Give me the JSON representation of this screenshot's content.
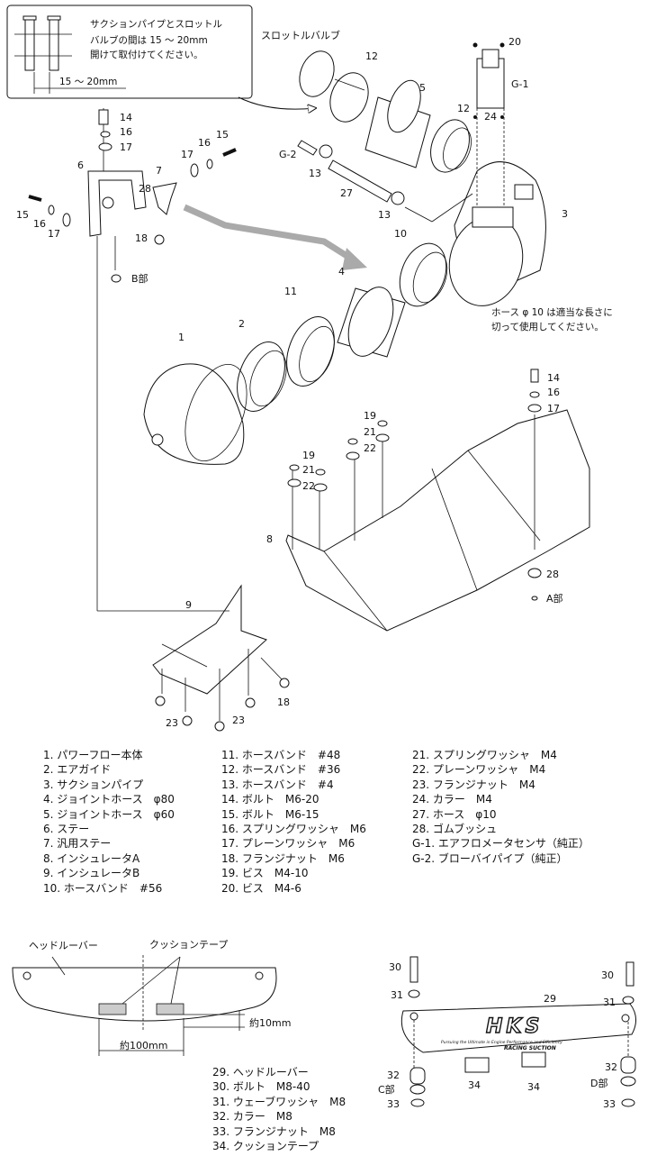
{
  "callout": {
    "text_line1": "サクションパイプとスロットル",
    "text_line2": "バルブの間は 15 ～ 20mm",
    "text_line3": "開けて取付けてください。",
    "dim": "15 ～ 20mm"
  },
  "labels": {
    "throttle_valve": "スロットルバルブ",
    "b_part": "B部",
    "a_part": "A部",
    "c_part": "C部",
    "d_part": "D部",
    "hose_note_line1": "ホース φ 10 は適当な長さに",
    "hose_note_line2": "切って使用してください。",
    "g1": "G-1",
    "g2": "G-2",
    "n1": "1",
    "n2": "2",
    "n3": "3",
    "n4": "4",
    "n5": "5",
    "n6": "6",
    "n7": "7",
    "n8": "8",
    "n9": "9",
    "n10": "10",
    "n11": "11",
    "n12": "12",
    "n13": "13",
    "n14": "14",
    "n15": "15",
    "n16": "16",
    "n17": "17",
    "n18": "18",
    "n19": "19",
    "n20": "20",
    "n21": "21",
    "n22": "22",
    "n23": "23",
    "n24": "24",
    "n27": "27",
    "n28": "28",
    "n29": "29",
    "n30": "30",
    "n31": "31",
    "n32": "32",
    "n33": "33",
    "n34": "34"
  },
  "legend": {
    "col1": [
      "1. パワーフロー本体",
      "2. エアガイド",
      "3. サクションパイプ",
      "4. ジョイントホース　φ80",
      "5. ジョイントホース　φ60",
      "6. ステー",
      "7. 汎用ステー",
      "8. インシュレータA",
      "9. インシュレータB",
      "10. ホースバンド　#56"
    ],
    "col2": [
      "11. ホースバンド　#48",
      "12. ホースバンド　#36",
      "13. ホースバンド　#4",
      "14. ボルト　M6-20",
      "15. ボルト　M6-15",
      "16. スプリングワッシャ　M6",
      "17. プレーンワッシャ　M6",
      "18. フランジナット　M6",
      "19. ビス　M4-10",
      "20. ビス　M4-6"
    ],
    "col3": [
      "21. スプリングワッシャ　M4",
      "22. プレーンワッシャ　M4",
      "23. フランジナット　M4",
      "24. カラー　M4",
      "27. ホース　φ10",
      "28. ゴムブッシュ",
      "G-1. エアフロメータセンサ（純正）",
      "G-2. ブローバイパイプ（純正）"
    ]
  },
  "louver": {
    "title": "ヘッドルーバー",
    "tape": "クッションテープ",
    "dim_h": "約10mm",
    "dim_w": "約100mm"
  },
  "legend2": [
    "29. ヘッドルーバー",
    "30. ボルト　M8-40",
    "31. ウェーブワッシャ　M8",
    "32. カラー　M8",
    "33. フランジナット　M8",
    "34. クッションテープ"
  ],
  "logo": {
    "brand": "HKS",
    "tagline": "Pursuing the Ultimate in Engine Performance and Efficiency",
    "product": "RACING SUCTION"
  }
}
